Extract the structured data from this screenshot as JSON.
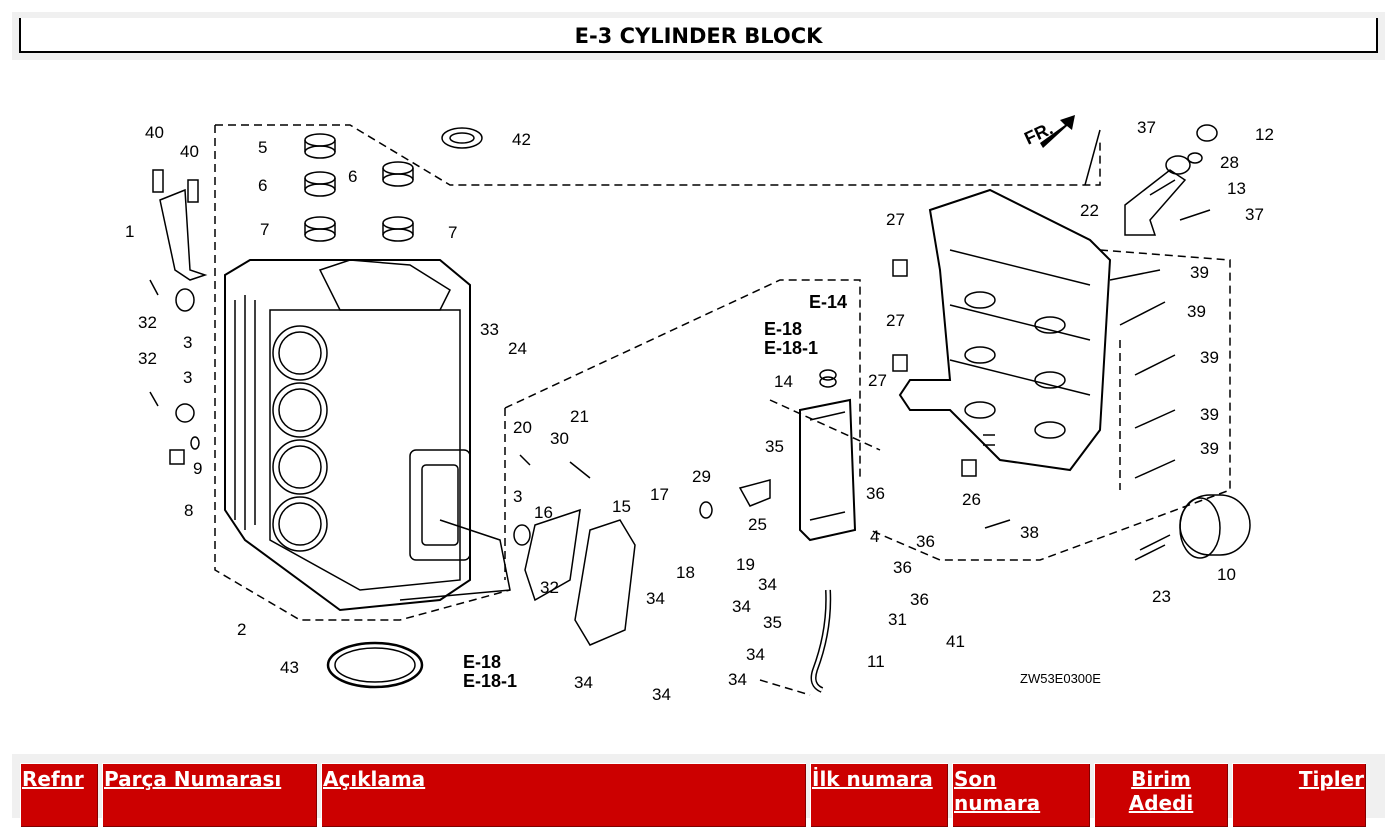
{
  "header": {
    "title": "E-3 CYLINDER BLOCK"
  },
  "diagram": {
    "ref_numbers": [
      "40",
      "40",
      "1",
      "32",
      "3",
      "32",
      "3",
      "9",
      "8",
      "5",
      "6",
      "6",
      "7",
      "7",
      "42",
      "2",
      "43",
      "33",
      "24",
      "20",
      "21",
      "30",
      "3",
      "16",
      "32",
      "15",
      "17",
      "29",
      "18",
      "35",
      "25",
      "19",
      "34",
      "34",
      "35",
      "34",
      "34",
      "34",
      "34",
      "E-14",
      "E-18",
      "E-18-1",
      "14",
      "27",
      "27",
      "27",
      "4",
      "36",
      "36",
      "36",
      "36",
      "31",
      "11",
      "41",
      "22",
      "37",
      "12",
      "28",
      "13",
      "37",
      "39",
      "39",
      "39",
      "39",
      "39",
      "26",
      "38",
      "10",
      "23",
      "E-18",
      "E-18-1"
    ],
    "direction_label": "FR.",
    "image_code": "ZW53E0300E"
  },
  "table": {
    "headers": [
      "Refnr",
      "Parça Numarası",
      "Açıklama",
      "İlk numara",
      "Son numara",
      "Birim Adedi",
      "Tipler"
    ]
  }
}
